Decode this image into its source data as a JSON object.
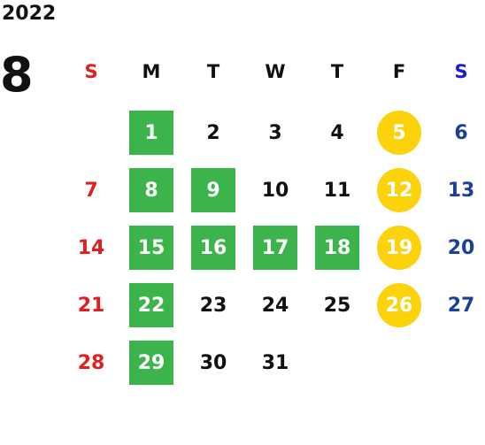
{
  "year": "2022",
  "month": "8",
  "weekdays": [
    "S",
    "M",
    "T",
    "W",
    "T",
    "F",
    "S"
  ],
  "weeks": [
    [
      "",
      "1",
      "2",
      "3",
      "4",
      "5",
      "6"
    ],
    [
      "7",
      "8",
      "9",
      "10",
      "11",
      "12",
      "13"
    ],
    [
      "14",
      "15",
      "16",
      "17",
      "18",
      "19",
      "20"
    ],
    [
      "21",
      "22",
      "23",
      "24",
      "25",
      "26",
      "27"
    ],
    [
      "28",
      "29",
      "30",
      "31",
      "",
      "",
      ""
    ]
  ],
  "colors": {
    "sunday": "#e02020",
    "saturday_header": "#1a1adb",
    "saturday": "#1d3f99",
    "weekday": "#111111",
    "green_highlight": "#3cb44b",
    "gold_highlight": "#fcd20a"
  },
  "highlights": {
    "green_square": [
      "1",
      "8",
      "9",
      "15",
      "16",
      "17",
      "18",
      "22",
      "29"
    ],
    "gold_circle": [
      "5",
      "12",
      "19",
      "26"
    ]
  }
}
